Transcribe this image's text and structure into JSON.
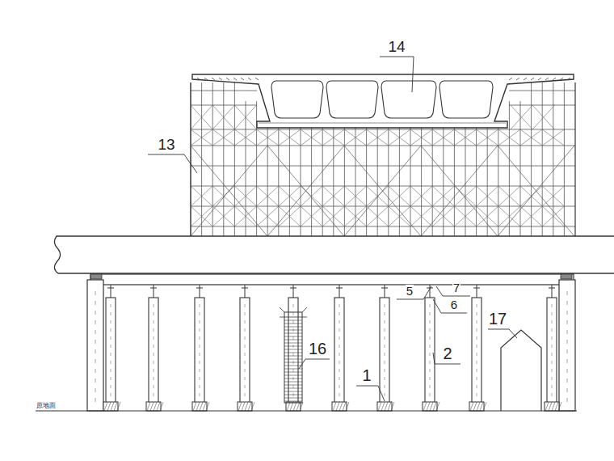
{
  "diagram": {
    "labels": [
      "14",
      "13",
      "5",
      "7",
      "6",
      "16",
      "17",
      "1",
      "2",
      "原地面"
    ]
  }
}
